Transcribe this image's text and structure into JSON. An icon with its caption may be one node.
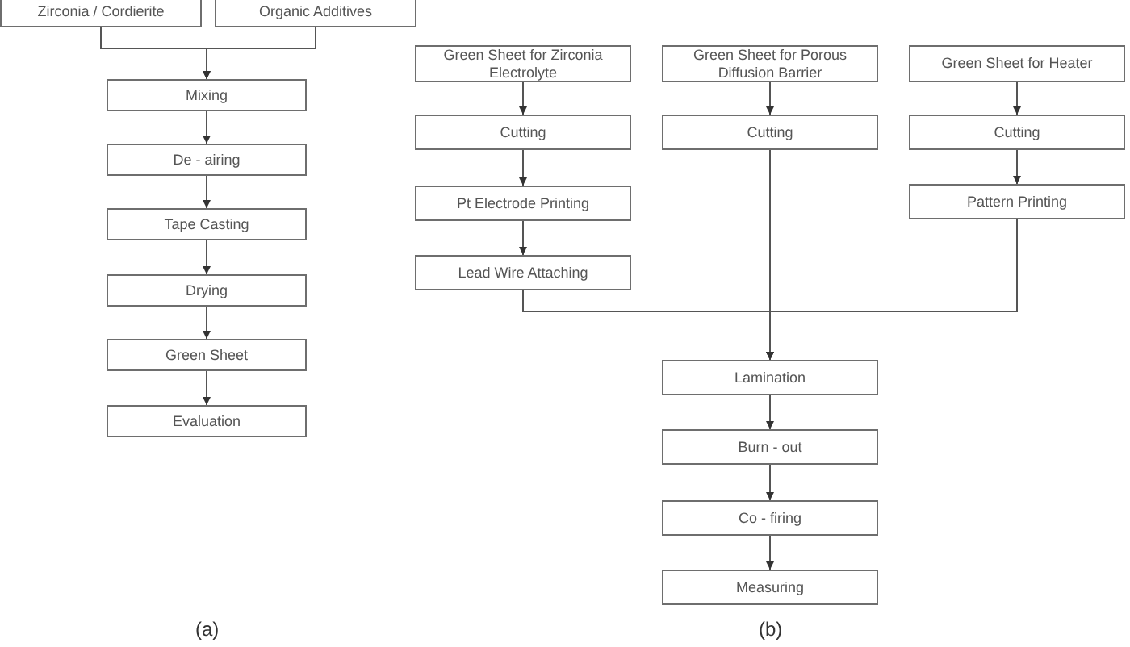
{
  "diagram": {
    "nodes": [
      {
        "text": [
          "Zirconia / Cordierite"
        ]
      },
      {
        "text": [
          "Organic Additives"
        ]
      },
      {
        "text": [
          "Mixing"
        ]
      },
      {
        "text": [
          "De - airing"
        ]
      },
      {
        "text": [
          "Tape Casting"
        ]
      },
      {
        "text": [
          "Drying"
        ]
      },
      {
        "text": [
          "Green Sheet"
        ]
      },
      {
        "text": [
          "Evaluation"
        ]
      },
      {
        "text": [
          "Green Sheet for Zirconia Electrolyte"
        ]
      },
      {
        "text": [
          "Cutting"
        ]
      },
      {
        "text": [
          "Pt Electrode Printing"
        ]
      },
      {
        "text": [
          "Lead Wire Attaching"
        ]
      },
      {
        "text": [
          "Green Sheet for Porous Diffusion Barrier"
        ]
      },
      {
        "text": [
          "Cutting"
        ]
      },
      {
        "text": [
          "Green Sheet for Heater"
        ]
      },
      {
        "text": [
          "Cutting"
        ]
      },
      {
        "text": [
          "Pattern Printing"
        ]
      },
      {
        "text": [
          "Lamination"
        ]
      },
      {
        "text": [
          "Burn - out"
        ]
      },
      {
        "text": [
          "Co - firing"
        ]
      },
      {
        "text": [
          "Measuring"
        ]
      }
    ],
    "edges": [
      {
        "from": 0,
        "to": 2,
        "arrow": "to"
      },
      {
        "from": 1,
        "to": 2,
        "arrow": "to"
      },
      {
        "from": 2,
        "to": 3,
        "arrow": "to"
      },
      {
        "from": 3,
        "to": 4,
        "arrow": "to"
      },
      {
        "from": 4,
        "to": 5,
        "arrow": "to"
      },
      {
        "from": 5,
        "to": 6,
        "arrow": "to"
      },
      {
        "from": 6,
        "to": 7,
        "arrow": "to"
      },
      {
        "from": 8,
        "to": 9,
        "arrow": "to"
      },
      {
        "from": 9,
        "to": 10,
        "arrow": "to"
      },
      {
        "from": 10,
        "to": 11,
        "arrow": "to"
      },
      {
        "from": 12,
        "to": 13,
        "arrow": "to"
      },
      {
        "from": 14,
        "to": 15,
        "arrow": "to"
      },
      {
        "from": 15,
        "to": 16,
        "arrow": "to"
      },
      {
        "from": 11,
        "to": 17,
        "arrow": "to"
      },
      {
        "from": 13,
        "to": 17,
        "arrow": "to"
      },
      {
        "from": 16,
        "to": 17,
        "arrow": "to"
      },
      {
        "from": 17,
        "to": 18,
        "arrow": "to"
      },
      {
        "from": 18,
        "to": 19,
        "arrow": "to"
      },
      {
        "from": 19,
        "to": 20,
        "arrow": "to"
      }
    ],
    "labels": [
      "(a)",
      "(b)"
    ]
  }
}
